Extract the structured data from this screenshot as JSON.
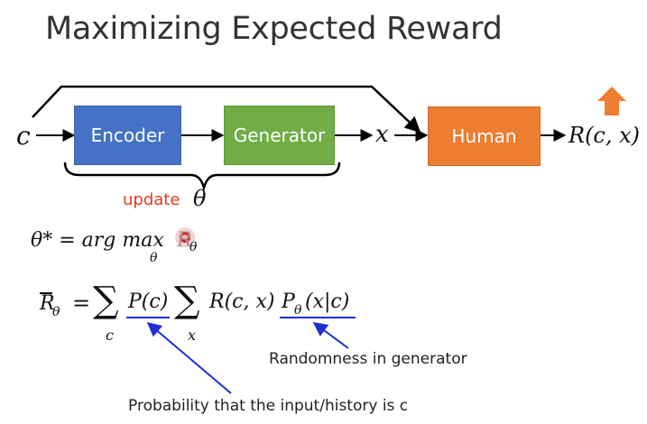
{
  "slide": {
    "title": "Maximizing Expected Reward"
  },
  "diagram": {
    "input_label": "c",
    "encoder_label": "Encoder",
    "generator_label": "Generator",
    "output_label": "x",
    "human_label": "Human",
    "reward_label": "R(c, x)",
    "update_label": "update",
    "theta_label": "θ"
  },
  "equations": {
    "eq1_lhs": "θ* = arg max",
    "eq1_sub": "θ",
    "eq1_rhs": "R",
    "eq1_rhs_sub": "θ",
    "eq2_lhs": "R",
    "eq2_lhs_sub": "θ",
    "eq2_eq": "=",
    "sum_symbol": "∑",
    "sum1_sub": "c",
    "sum2_sub": "x",
    "p_c": "P(c)",
    "r_cx": "R(c, x)",
    "p_theta": "P",
    "p_theta_sub": "θ",
    "p_theta_arg": "(x|c)"
  },
  "annotations": {
    "generator_note": "Randomness in generator",
    "input_note": "Probability that the input/history is c"
  },
  "colors": {
    "encoder": "#4472c4",
    "generator": "#70ad47",
    "human": "#ed7d31",
    "update_text": "#e8391e",
    "pointer": "#e02020",
    "annotation_line": "#1f2fd6",
    "arrow_up": "#ed7d31"
  },
  "icons": {
    "up_arrow": "up-arrow-icon",
    "cursor": "laser-pointer-icon"
  }
}
